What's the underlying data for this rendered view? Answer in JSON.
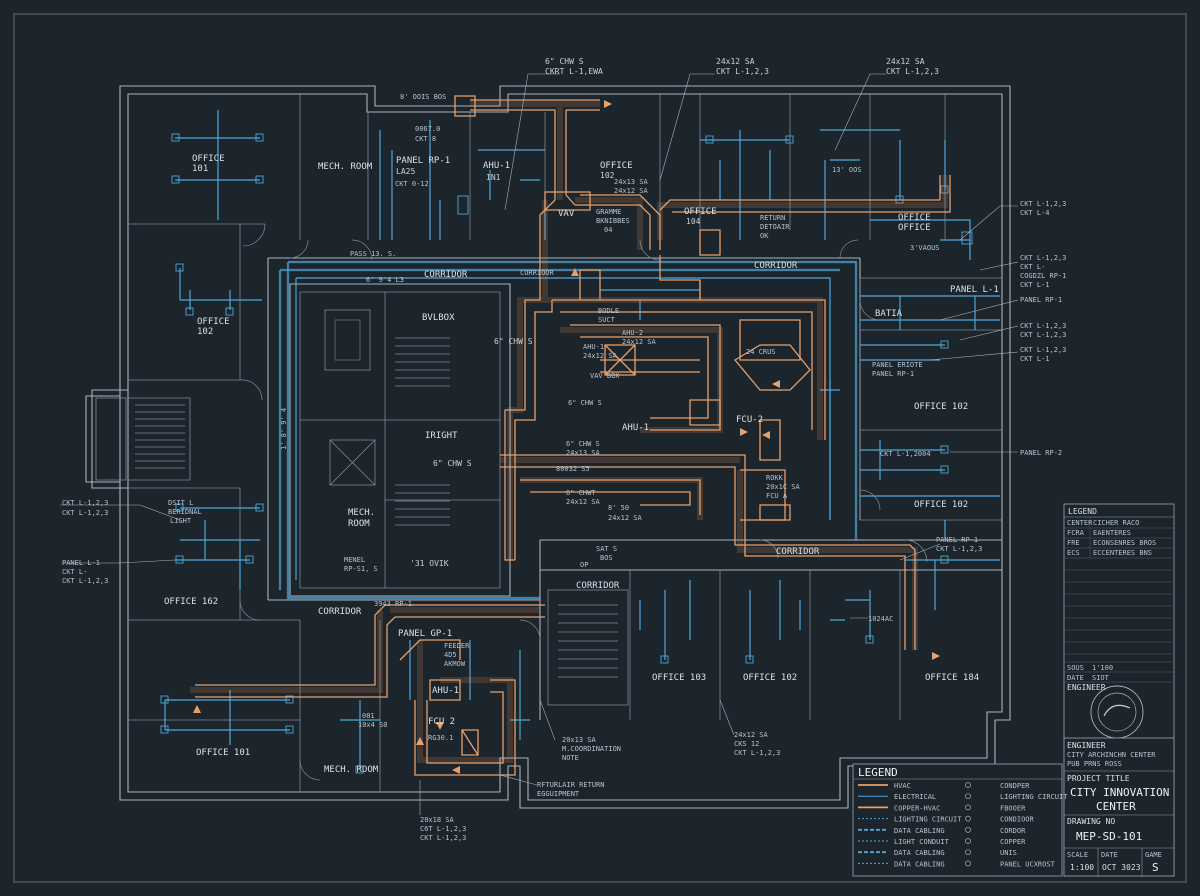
{
  "rooms": {
    "office_101_top": [
      "OFFICE",
      "101"
    ],
    "mech_room_top": "MECH. ROOM",
    "panel_rp1": [
      "PANEL RP-1",
      "LA25"
    ],
    "ahu1_top": [
      "AHU-1",
      "IN1"
    ],
    "office_102_top": [
      "OFFICE",
      "102"
    ],
    "office_104": [
      "OFFICE",
      "104"
    ],
    "office_office": [
      "OFFICE",
      "OFFICE"
    ],
    "corridor_top_left": "CORRIDOR",
    "corridor_top_right": "CORRIDOR",
    "office_102_left": [
      "OFFICE",
      "102"
    ],
    "batia": "BATIA",
    "panel_l1_right": "PANEL L-1",
    "office_102_right": "OFFICE 102",
    "office_102_right2": "OFFICE 102",
    "corridor_mid": "CORRIDOR",
    "corridor_lower": "CORRIDOR",
    "corridor_left": "CORRIDOR",
    "office_162": "OFFICE 162",
    "office_101_bottom": "OFFICE 101",
    "mech_room_bottom": "MECH. ROOM",
    "office_103": "OFFICE 103",
    "office_102_bottom": "OFFICE 102",
    "office_184": "OFFICE 184",
    "bvlbox": "BVLBOX",
    "iright": "IRIGHT",
    "mech_room_center": [
      "MECH.",
      "ROOM"
    ]
  },
  "annotations": {
    "chw_top": [
      "6\" CHW S",
      "CKRT L-1,EWA"
    ],
    "sa_top": [
      "24x12 SA",
      "CKT L-1,2,3"
    ],
    "sa_top_right": [
      "24x12 SA",
      "CKT L-1,2,3"
    ],
    "dois_bos": "8' OOIS BOS",
    "panel_note": [
      "0067.0",
      "CKT 8"
    ],
    "ckt_012": "CKT 0-12",
    "sa_102": [
      "24x13 SA",
      "24x12 SA"
    ],
    "vav": "VAV",
    "grammar": [
      "GRAMME",
      "BKNIBBES",
      "04"
    ],
    "return": [
      "RETURN",
      "DETOAIR",
      "OK"
    ],
    "elec_13_os": "13' OOS",
    "pass_13s": "PASS 13. S.",
    "elec_6_13": "6' 9'4 L3",
    "corr_note": "CORRIOOR",
    "right_ckt": [
      "CKT L-1,2,3",
      "CKT L-4"
    ],
    "right_ckt2": [
      "CKT L-1,2,3",
      "CKT L-",
      "COGDZL RP-1",
      "CKT L-1"
    ],
    "right_panel": [
      "PANEL RP-1",
      "CKT L-1,2,3",
      "CKT L-1,2,3"
    ],
    "right_ckt3": [
      "CKT L-1,2,3",
      "CKT L-1"
    ],
    "panel_erote": [
      "PANEL ERIOTE",
      "PANEL RP-1"
    ],
    "vaous": "3'VAOUS",
    "chw_left": "6\" CHW S",
    "ahu_sa": [
      "AHU-1",
      "24x12 SA"
    ],
    "ahu2_sa": [
      "AHU-2",
      "24x12 SA"
    ],
    "bodle": [
      "BODLE",
      "SUCT"
    ],
    "vav_box": "VAV BOX",
    "chw_mid": "6\" CHW S",
    "ahu1_mid": "AHU-1",
    "fcu2": "FCU-2",
    "chw_s1": [
      "6\" CHW S",
      "24x13 SA"
    ],
    "chw_s2": "6\" CHW S",
    "bsg": "80032 S5",
    "chw_t": [
      "6\" CHWT",
      "24x12 SA"
    ],
    "sa_2412": [
      "8' 50",
      "24x12 SA"
    ],
    "rokk": [
      "ROKK",
      "20x1C SA",
      "FCU A"
    ],
    "crus": "24 CRUS",
    "ckt_l1_2004": "CKT L-1,2004",
    "panel_rp2": "PANEL RP-2",
    "panel_rp1_lower": [
      "PANEL RP-1",
      "CKT L-1,2,3"
    ],
    "sa_1024": "1024AC",
    "left_ckt": [
      "CKT L-1,2,3",
      "CKT L-1,2,3"
    ],
    "left_light": [
      "DSIT L",
      "BERIDNAL",
      "LIGHT"
    ],
    "left_panel": [
      "PANEL L-1",
      "CKT L-",
      "CKT L-1,2,3"
    ],
    "menel": [
      "MENEL",
      "RP-S1, S"
    ],
    "col_olik": "'31 OVIK",
    "col_rp1": "3943 RP-1",
    "sat_bos": [
      "SAT S",
      "BOS"
    ],
    "op": "OP",
    "panel_gp1": "PANEL GP-1",
    "feeder": [
      "FEEDER",
      "4D5",
      "AKMOW"
    ],
    "ahu1_bottom": "AHU-1",
    "fcu2_bottom": [
      "FCU 2",
      "RG30.1"
    ],
    "col_081": [
      "081",
      "10x4 S0"
    ],
    "dorb": [
      "20x13 SA",
      "M.COORDINATION",
      "NOTE"
    ],
    "return_air": [
      "RFTURLAIR RETURN",
      "EGGUIPMENT"
    ],
    "bottom_sa": [
      "20x18 SA",
      "C6T L-1,2,3",
      "CKT L-1,2,3"
    ],
    "bottom_sa2": [
      "24x12 SA",
      "CKS 12",
      "CKT L-1,2,3"
    ],
    "dim_1": "1' 8' 9' 4"
  },
  "legend_right": {
    "title": "LEGEND",
    "rows": [
      [
        "CENTER",
        "CICHER RACO"
      ],
      [
        "FCRA",
        "EAENTERES"
      ],
      [
        "FRE",
        "ECONSENRES BROS"
      ],
      [
        "ECS",
        "ECCENTERES BNS"
      ]
    ],
    "scale_rows": [
      [
        "SOUS",
        "1'100"
      ],
      [
        "DATE",
        "SIOT"
      ]
    ],
    "engineer_label": "ENGINEER"
  },
  "legend_bottom": {
    "title": "LEGEND",
    "left": [
      {
        "label": "HVAC",
        "color": "#e7a06a"
      },
      {
        "label": "ELECTRICAL",
        "color": "#4fa7d8"
      },
      {
        "label": "COPPER-HVAC",
        "color": "#e7a06a"
      },
      {
        "label": "LIGHTING CIRCUIT",
        "color": "#4fa7d8"
      },
      {
        "label": "DATA CABLING",
        "color": "#4fa7d8"
      },
      {
        "label": "LIGHT CONDUIT",
        "color": "#4fa7d8"
      },
      {
        "label": "DATA CABLING",
        "color": "#4fa7d8"
      },
      {
        "label": "DATA CABLING",
        "color": "#4fa7d8"
      }
    ],
    "right": [
      "CONDPER",
      "LIGHTING CIRCUIT",
      "FBOOER",
      "CONDIOOR",
      "CORDOR",
      "COPPER",
      "UNIS",
      "PANEL UCXROST"
    ]
  },
  "title_block": {
    "engineer_label": "ENGINEER",
    "engineer_name": "CITY ARCHINCHN CENTER",
    "engineer_sub": "PUB PRNS ROSS",
    "project_title_label": "PROJECT TITLE",
    "project_title": [
      "CITY INNOVATION",
      "CENTER"
    ],
    "drawing_no_label": "DRAWING NO",
    "drawing_no": "MEP-SD-101",
    "scale_label": "SCALE",
    "scale": "1:100",
    "date_label": "DATE",
    "date": "OCT 3023",
    "game_label": "GAME",
    "game": "S"
  },
  "colors": {
    "background": "#1c242c",
    "wall": "#aab3bd",
    "electrical": "#4fa7d8",
    "hvac_duct": "#e7a06a",
    "text": "#c9d3dc"
  }
}
